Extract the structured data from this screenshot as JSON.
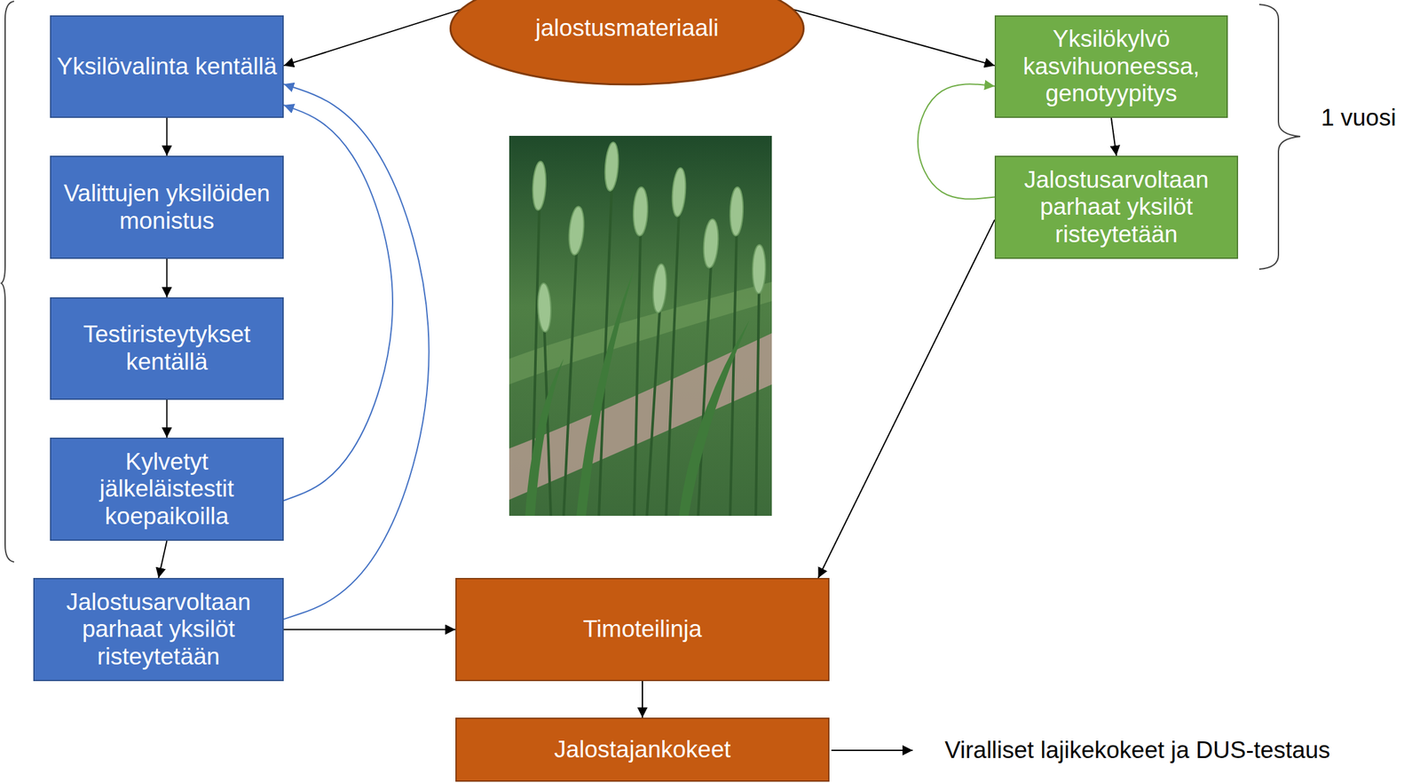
{
  "diagram": {
    "nodes": [
      {
        "text": [
          "jalostusmateriaali"
        ]
      },
      {
        "text": [
          "Yksilövalinta kentällä"
        ]
      },
      {
        "text": [
          "Valittujen yksilöiden monistus"
        ]
      },
      {
        "text": [
          "Testiristeytykset kentällä"
        ]
      },
      {
        "text": [
          "Kylvetyt jälkeläistestit koepaikoilla"
        ]
      },
      {
        "text": [
          "Jalostusarvoltaan parhaat yksilöt risteytetään"
        ]
      },
      {
        "text": [
          "Yksilökylvö kasvihuoneessa, genotyypitys"
        ]
      },
      {
        "text": [
          "Jalostusarvoltaan parhaat yksilöt risteytetään"
        ]
      },
      {
        "text": [
          "Timoteilinja"
        ]
      },
      {
        "text": [
          "Jalostajankokeet"
        ]
      }
    ],
    "edges": [
      {
        "from": 0,
        "to": 1,
        "arrow": "to"
      },
      {
        "from": 0,
        "to": 6,
        "arrow": "to"
      },
      {
        "from": 1,
        "to": 2,
        "arrow": "to"
      },
      {
        "from": 2,
        "to": 3,
        "arrow": "to"
      },
      {
        "from": 3,
        "to": 4,
        "arrow": "to"
      },
      {
        "from": 4,
        "to": 5,
        "arrow": "to"
      },
      {
        "from": 4,
        "to": 1,
        "arrow": "to"
      },
      {
        "from": 5,
        "to": 1,
        "arrow": "to"
      },
      {
        "from": 5,
        "to": 8,
        "arrow": "to"
      },
      {
        "from": 6,
        "to": 7,
        "arrow": "to"
      },
      {
        "from": 7,
        "to": 6,
        "arrow": "to"
      },
      {
        "from": 7,
        "to": 8,
        "arrow": "to"
      },
      {
        "from": 8,
        "to": 9,
        "arrow": "to"
      }
    ],
    "labels": [
      "1 vuosi",
      "Viralliset lajikekokeet ja DUS-testaus"
    ]
  }
}
